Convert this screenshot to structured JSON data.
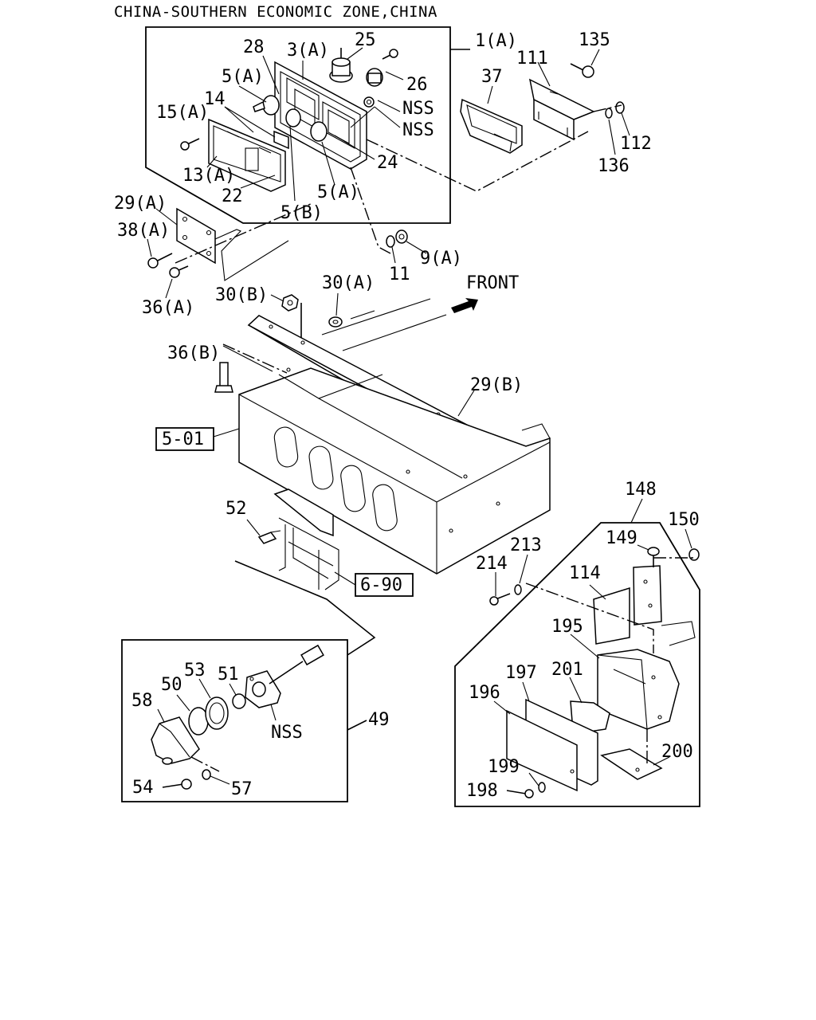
{
  "header": {
    "title": "CHINA-SOUTHERN ECONOMIC ZONE,CHINA"
  },
  "front_label": "FRONT",
  "icons": {
    "front_arrow": "front-arrow-icon"
  },
  "refs": {
    "r501": "5-01",
    "r690": "6-90"
  },
  "labels": {
    "l28": "28",
    "l3a": "3(A)",
    "l25": "25",
    "l1a": "1(A)",
    "l135": "135",
    "l111": "111",
    "l37": "37",
    "l26": "26",
    "lnss1": "NSS",
    "lnss2": "NSS",
    "l5a1": "5(A)",
    "l14": "14",
    "l15a": "15(A)",
    "l13a": "13(A)",
    "l22": "22",
    "l24": "24",
    "l5a2": "5(A)",
    "l5b": "5(B)",
    "l112": "112",
    "l136": "136",
    "l29a": "29(A)",
    "l38a": "38(A)",
    "l36a": "36(A)",
    "l9a": "9(A)",
    "l11": "11",
    "l30b": "30(B)",
    "l30a": "30(A)",
    "l36b": "36(B)",
    "l29b": "29(B)",
    "l52": "52",
    "l148": "148",
    "l150": "150",
    "l149": "149",
    "l213": "213",
    "l214": "214",
    "l114": "114",
    "l195": "195",
    "l197": "197",
    "l201": "201",
    "l196": "196",
    "l200": "200",
    "l199": "199",
    "l198": "198",
    "l53": "53",
    "l50": "50",
    "l51": "51",
    "l58": "58",
    "lnss3": "NSS",
    "l49": "49",
    "l54": "54",
    "l57": "57"
  }
}
